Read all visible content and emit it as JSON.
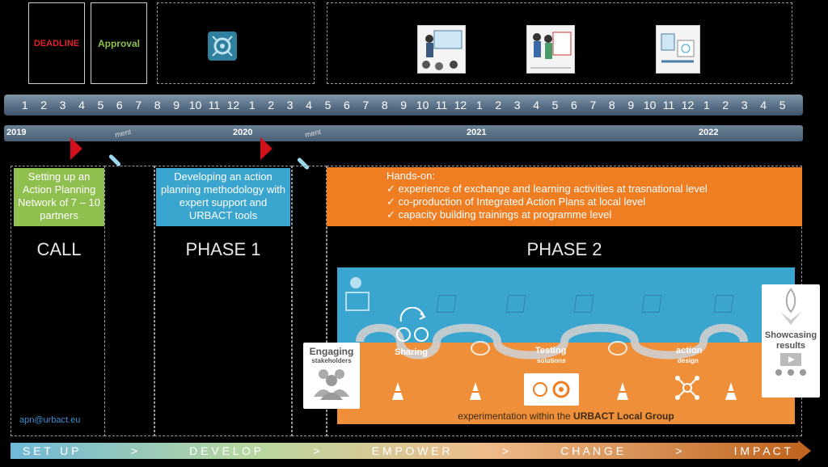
{
  "top_boxes": {
    "deadline": "DEADLINE",
    "approval": "Approval"
  },
  "months": [
    "1",
    "2",
    "3",
    "4",
    "5",
    "6",
    "7",
    "8",
    "9",
    "10",
    "11",
    "12",
    "1",
    "2",
    "3",
    "4",
    "5",
    "6",
    "7",
    "8",
    "9",
    "10",
    "11",
    "12",
    "1",
    "2",
    "3",
    "4",
    "5",
    "6",
    "7",
    "8",
    "9",
    "10",
    "11",
    "12",
    "1",
    "2",
    "3",
    "4",
    "5"
  ],
  "years": [
    "2019",
    "2020",
    "2021",
    "2022"
  ],
  "milestone_labels": [
    "ment",
    "ment"
  ],
  "call": {
    "box_text": "Setting up an Action Planning Network of 7 – 10 partners",
    "phase": "CALL",
    "email": "apn@urbact.eu"
  },
  "phase1": {
    "box_text": "Developing an action planning methodology with expert support and URBACT tools",
    "phase": "PHASE 1"
  },
  "phase2": {
    "intro": "Hands-on:",
    "bullets": [
      "experience of exchange and learning activities at trasnational level",
      "co-production of Integrated Action Plans at local level",
      "capacity building trainings at programme level"
    ],
    "phase": "PHASE 2",
    "engaging": "Engaging",
    "stakeholders": "stakeholders",
    "sharing": "Sharing",
    "testing": "Testing",
    "solutions": "solutions",
    "action": "action",
    "design": "design",
    "showcasing": "Showcasing results",
    "experimentation_prefix": "experimentation within the ",
    "experimentation_strong": "URBACT Local Group"
  },
  "bottom_arrow": {
    "steps": [
      "S E T   U P",
      ">",
      "D E V E L O P",
      ">",
      "E M P O W E R",
      ">",
      "C H A N G E",
      ">",
      "I M P A C T"
    ]
  },
  "colors": {
    "green": "#8fbf4f",
    "blue": "#3aa6d0",
    "orange": "#ef7d22",
    "red": "#d0101a"
  }
}
